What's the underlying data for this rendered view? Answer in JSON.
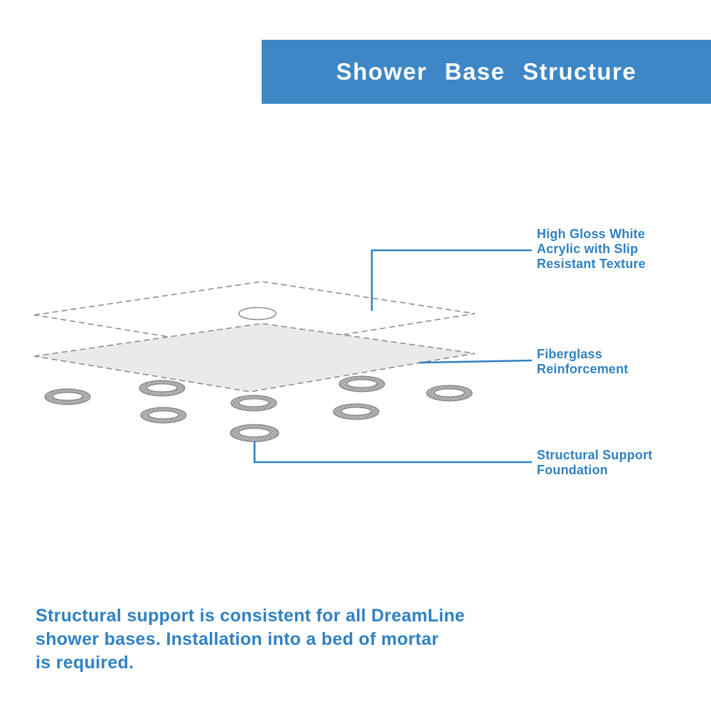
{
  "header": {
    "title": "Shower Base Structure"
  },
  "callouts": {
    "acrylic": {
      "label": "High Gloss White\nAcrylic with Slip\nResistant Texture"
    },
    "fiberglass": {
      "label": "Fiberglass\nReinforcement"
    },
    "foundation": {
      "label": "Structural Support\nFoundation"
    }
  },
  "footer": {
    "note": "Structural support is consistent for all DreamLine\nshower bases. Installation into a bed of mortar\nis required."
  },
  "diagram": {
    "support_ring_count": 8,
    "layer_count": 2
  },
  "colors": {
    "banner_blue": "#3d87c6",
    "text_blue": "#2f81c3",
    "layer_gray": "#eaeaea",
    "dash_gray": "#8f8f8f",
    "ring_gray": "#b5b5b5"
  }
}
